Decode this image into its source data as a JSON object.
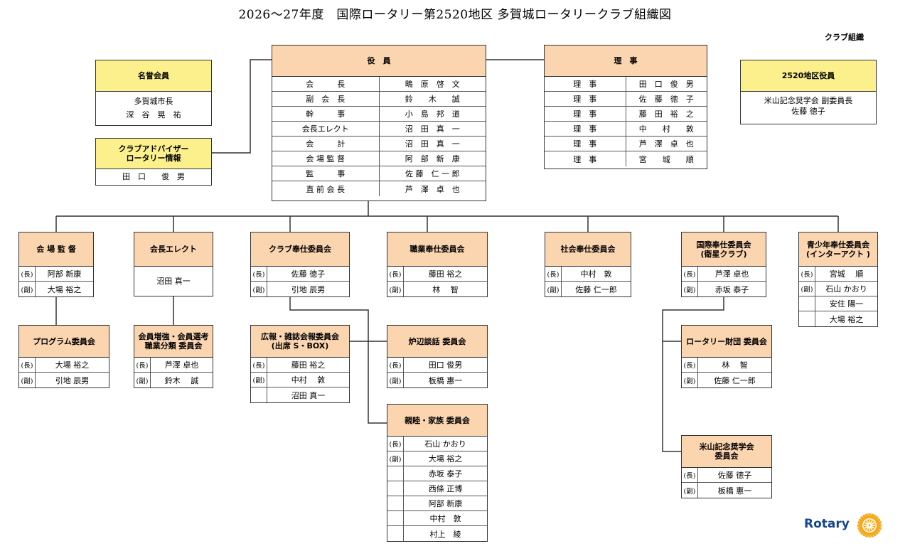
{
  "title": "2026～27年度　国際ロータリー第2520地区 多賀城ロータリークラブ組織図",
  "subtitle": "クラブ組織",
  "officers": {
    "header": "役　員",
    "rows": [
      [
        "会　　　長",
        "鴫　原　啓　文"
      ],
      [
        "副　会　長",
        "鈴　　木　　誠"
      ],
      [
        "幹　　　事",
        "小　島　邦　道"
      ],
      [
        "会長エレクト",
        "沼　田　真　一"
      ],
      [
        "会　　　計",
        "沼　田　真　一"
      ],
      [
        "会 場 監 督",
        "阿　部　新　康"
      ],
      [
        "監　　　事",
        "佐 藤　仁 一 郎"
      ],
      [
        "直 前 会 長",
        "芦　澤　卓　也"
      ]
    ]
  },
  "directors": {
    "header": "理　事",
    "rows": [
      [
        "理　事",
        "田　口　俊　男"
      ],
      [
        "理　事",
        "佐　藤　徳　子"
      ],
      [
        "理　事",
        "藤　田　裕　之"
      ],
      [
        "理　事",
        "中　　村　　敦"
      ],
      [
        "理　事",
        "芦　澤　卓　也"
      ],
      [
        "理　事",
        "宮　　城　　順"
      ]
    ]
  },
  "honorary": {
    "header": "名誉会員",
    "lines": "多賀城市長\n深　谷　晃　祐"
  },
  "adviser": {
    "header": "クラブアドバイザー\nロータリー情報",
    "value": "田　口　　俊　男"
  },
  "district": {
    "header": "2520地区役員",
    "lines": "米山記念奨学会 副委員長\n佐藤 徳子"
  },
  "committees": {
    "venue": {
      "header": "会 場 監 督",
      "rows": [
        [
          "(長)",
          "阿部 新康"
        ],
        [
          "(副)",
          "大場 裕之"
        ]
      ]
    },
    "elect": {
      "header": "会長エレクト",
      "value": "沼田 真一"
    },
    "club": {
      "header": "クラブ奉仕委員会",
      "rows": [
        [
          "(長)",
          "佐藤 徳子"
        ],
        [
          "(副)",
          "引地 辰男"
        ]
      ]
    },
    "vocational": {
      "header": "職業奉仕委員会",
      "rows": [
        [
          "(長)",
          "藤田 裕之"
        ],
        [
          "(副)",
          "林　 智"
        ]
      ]
    },
    "community": {
      "header": "社会奉仕委員会",
      "rows": [
        [
          "(長)",
          "中村　敦"
        ],
        [
          "(副)",
          "佐藤 仁一郎"
        ]
      ]
    },
    "international": {
      "header": "国際奉仕委員会\n(衛星クラブ)",
      "rows": [
        [
          "(長)",
          "芦澤 卓也"
        ],
        [
          "(副)",
          "赤坂 泰子"
        ]
      ]
    },
    "youth": {
      "header": "青少年奉仕委員会\n(インターアクト )",
      "rows": [
        [
          "(長)",
          "宮城　 順"
        ],
        [
          "(副)",
          "石山 かおり"
        ],
        [
          "",
          "安住 陽一"
        ],
        [
          "",
          "大場 裕之"
        ]
      ]
    },
    "program": {
      "header": "プログラム委員会",
      "rows": [
        [
          "(長)",
          "大場 裕之"
        ],
        [
          "(副)",
          "引地 辰男"
        ]
      ]
    },
    "membership": {
      "header": "会員増強・会員選考\n職業分類 委員会",
      "rows": [
        [
          "(長)",
          "芦澤 卓也"
        ],
        [
          "(副)",
          "鈴木　 誠"
        ]
      ]
    },
    "pr": {
      "header": "広報・雑誌会報委員会\n(出席 S・BOX)",
      "rows": [
        [
          "(長)",
          "藤田 裕之"
        ],
        [
          "(副)",
          "中村　 敦"
        ],
        [
          "",
          "沼田 真一"
        ]
      ]
    },
    "fireside": {
      "header": "炉辺談話 委員会",
      "rows": [
        [
          "(長)",
          "田口 俊男"
        ],
        [
          "(副)",
          "板橋 惠一"
        ]
      ]
    },
    "fellowship": {
      "header": "親睦・家族 委員会",
      "rows": [
        [
          "(長)",
          "石山 かおり"
        ],
        [
          "(副)",
          "大場 裕之"
        ],
        [
          "",
          "赤坂 泰子"
        ],
        [
          "",
          "西條 正博"
        ],
        [
          "",
          "阿部 新康"
        ],
        [
          "",
          "中村　敦"
        ],
        [
          "",
          "村上　綾"
        ]
      ]
    },
    "foundation": {
      "header": "ロータリー財団 委員会",
      "rows": [
        [
          "(長)",
          "林　 智"
        ],
        [
          "(副)",
          "佐藤 仁一郎"
        ]
      ]
    },
    "yoneyama": {
      "header": "米山記念奨学会\n委員会",
      "rows": [
        [
          "(長)",
          "佐藤 徳子"
        ],
        [
          "(副)",
          "板橋 惠一"
        ]
      ]
    }
  },
  "logo": {
    "text": "Rotary",
    "color": "#17458f",
    "gear_color": "#f7a81b"
  },
  "colors": {
    "orange_header": "#fbd5b0",
    "yellow_header": "#fbf08c"
  }
}
